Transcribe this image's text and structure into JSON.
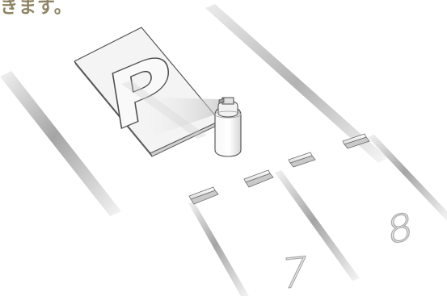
{
  "caption": {
    "text": "きます。",
    "color": "#8f8566"
  },
  "illustration": {
    "stencil_letter": "P",
    "parking_spots": [
      "7",
      "8"
    ],
    "colors": {
      "line_dark": "#9a9a9a",
      "line_light": "#e2e2e2",
      "number_fill": "#e9e9e9",
      "number_stroke": "#a8a8a8",
      "stencil_board": "#f3f3f3",
      "outline": "#555555"
    },
    "icons": [
      "stencil-board-icon",
      "spray-can-icon",
      "parking-bumper-icon"
    ]
  }
}
